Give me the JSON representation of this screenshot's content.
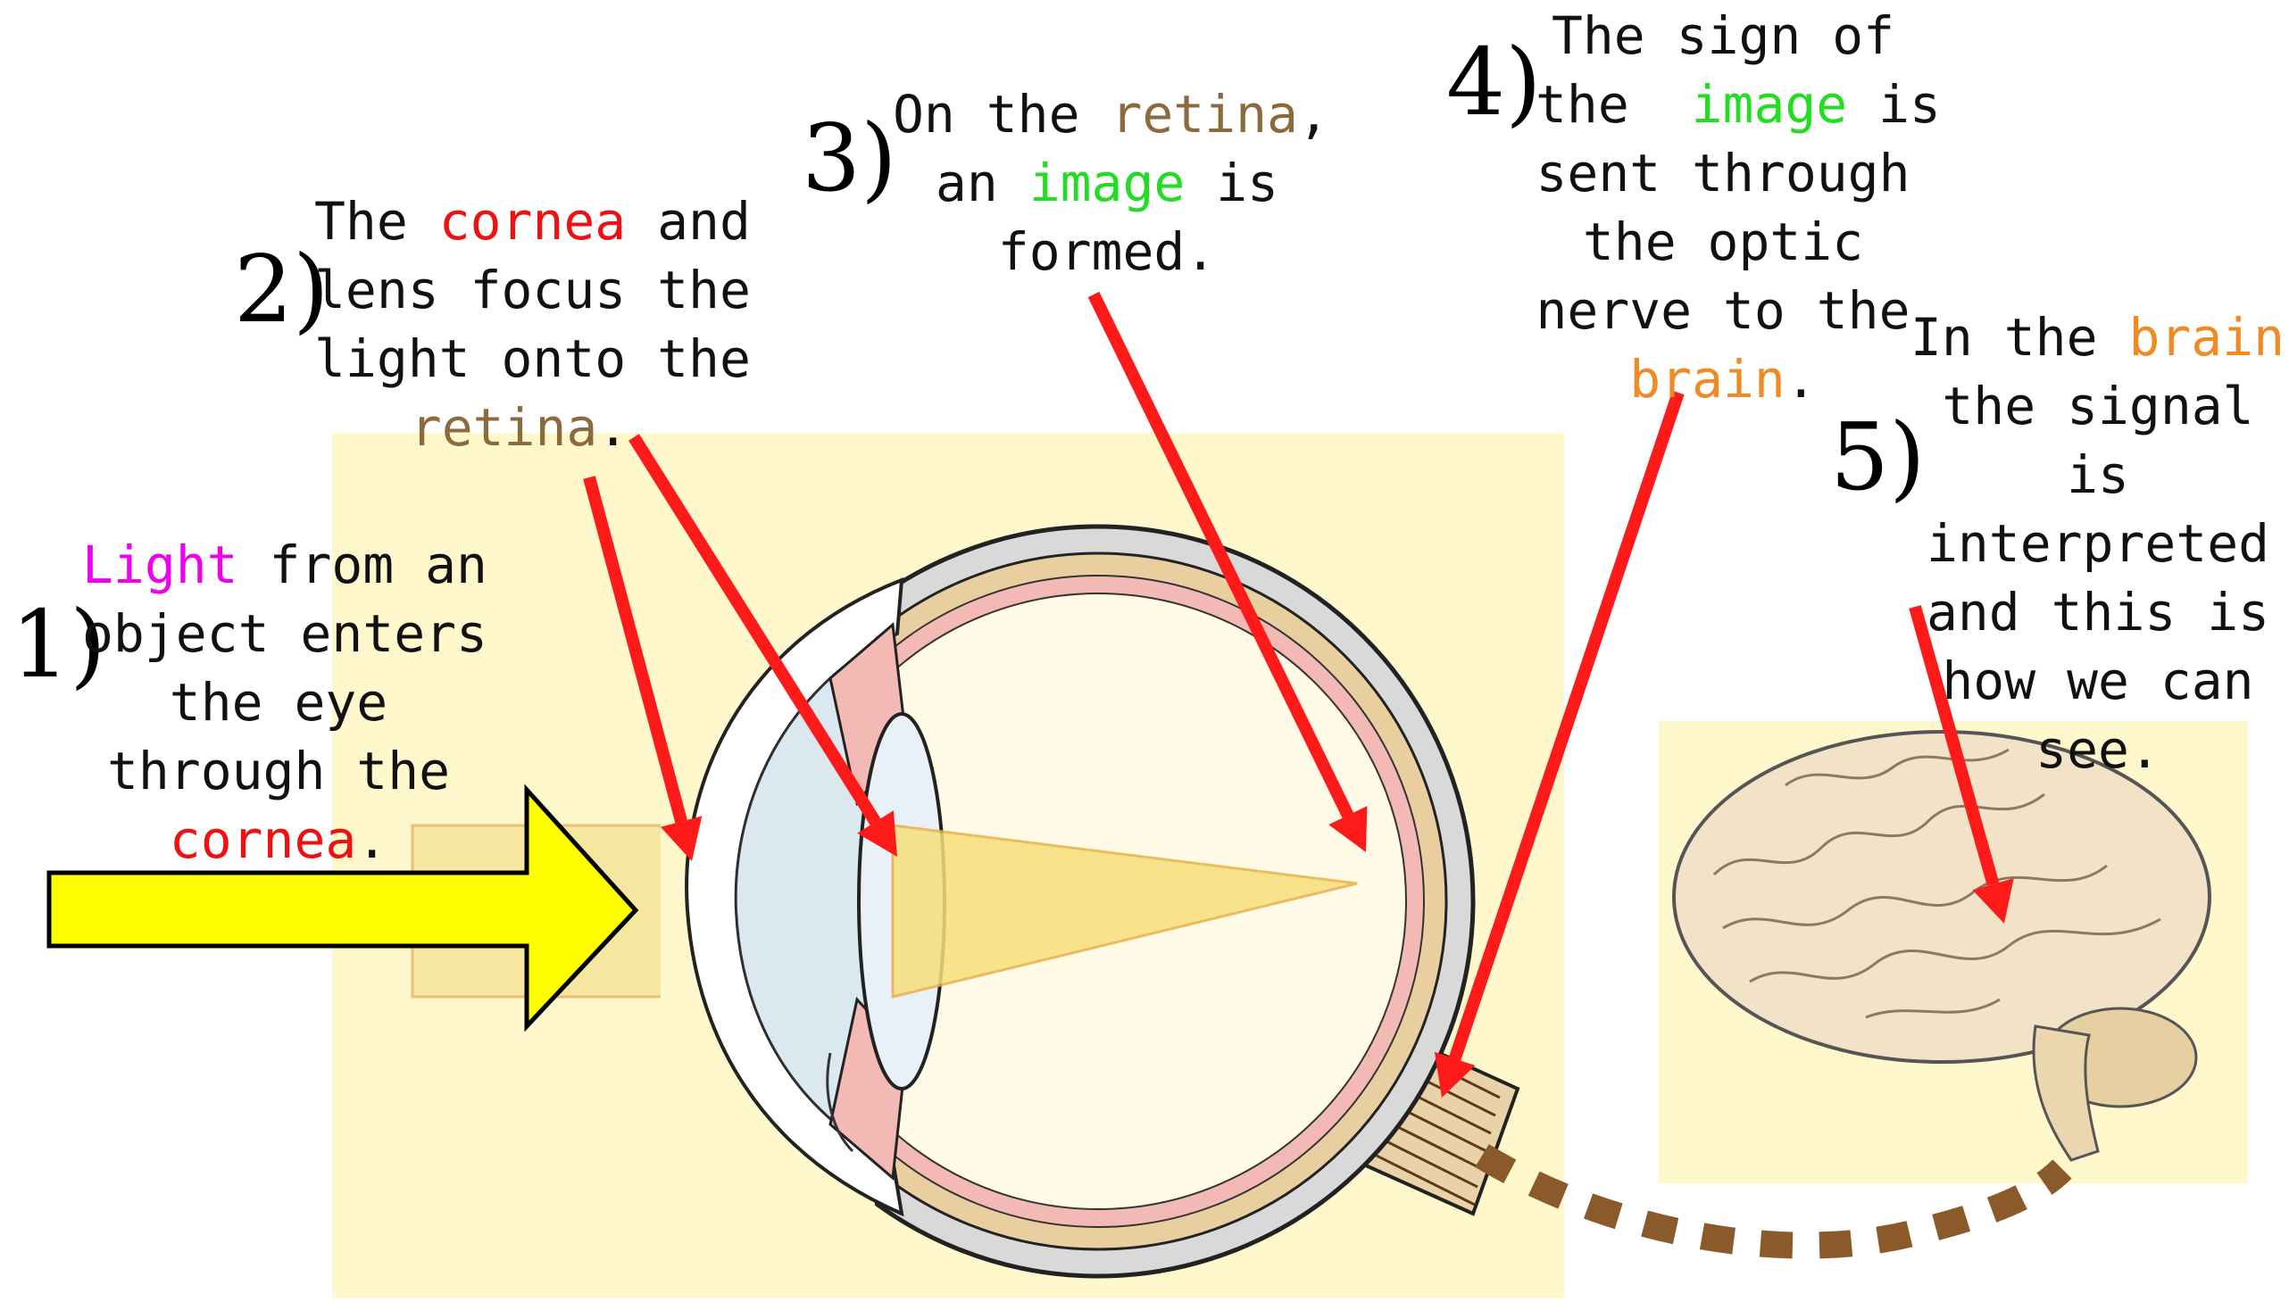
{
  "colors": {
    "light": "#ee00ee",
    "cornea": "#ee1111",
    "retina": "#8b6a3e",
    "image": "#22dd22",
    "brain": "#f08a24",
    "arrow": "#ff1a1a",
    "light_arrow": "#ffff00",
    "panel": "#fff8cc",
    "optic_path": "#8b5a2b"
  },
  "steps": [
    {
      "number": "1)",
      "lines": [
        [
          {
            "t": "Light",
            "c": "light"
          },
          {
            "t": " from an"
          }
        ],
        [
          {
            "t": "object enters"
          }
        ],
        [
          {
            "t": "the eye"
          }
        ],
        [
          {
            "t": "through the"
          }
        ],
        [
          {
            "t": "cornea",
            "c": "cornea"
          },
          {
            "t": "."
          }
        ]
      ]
    },
    {
      "number": "2)",
      "lines": [
        [
          {
            "t": "The "
          },
          {
            "t": "cornea",
            "c": "cornea"
          },
          {
            "t": " and"
          }
        ],
        [
          {
            "t": "lens focus the"
          }
        ],
        [
          {
            "t": "light onto the"
          }
        ],
        [
          {
            "t": "retina",
            "c": "retina"
          },
          {
            "t": "."
          }
        ]
      ]
    },
    {
      "number": "3)",
      "lines": [
        [
          {
            "t": "On the "
          },
          {
            "t": "retina",
            "c": "retina"
          },
          {
            "t": ","
          }
        ],
        [
          {
            "t": "an "
          },
          {
            "t": "image",
            "c": "image"
          },
          {
            "t": " is"
          }
        ],
        [
          {
            "t": "formed."
          }
        ]
      ]
    },
    {
      "number": "4)",
      "lines": [
        [
          {
            "t": "The sign of"
          }
        ],
        [
          {
            "t": "the  "
          },
          {
            "t": "image",
            "c": "image"
          },
          {
            "t": " is"
          }
        ],
        [
          {
            "t": "sent through"
          }
        ],
        [
          {
            "t": "the optic"
          }
        ],
        [
          {
            "t": "nerve to the"
          }
        ],
        [
          {
            "t": "brain",
            "c": "brain"
          },
          {
            "t": "."
          }
        ]
      ]
    },
    {
      "number": "5)",
      "lines": [
        [
          {
            "t": "In the "
          },
          {
            "t": "brain",
            "c": "brain"
          },
          {
            "t": ","
          }
        ],
        [
          {
            "t": "the signal"
          }
        ],
        [
          {
            "t": "is"
          }
        ],
        [
          {
            "t": "interpreted"
          }
        ],
        [
          {
            "t": "and this is"
          }
        ],
        [
          {
            "t": "how we can"
          }
        ],
        [
          {
            "t": "see."
          }
        ]
      ]
    }
  ]
}
